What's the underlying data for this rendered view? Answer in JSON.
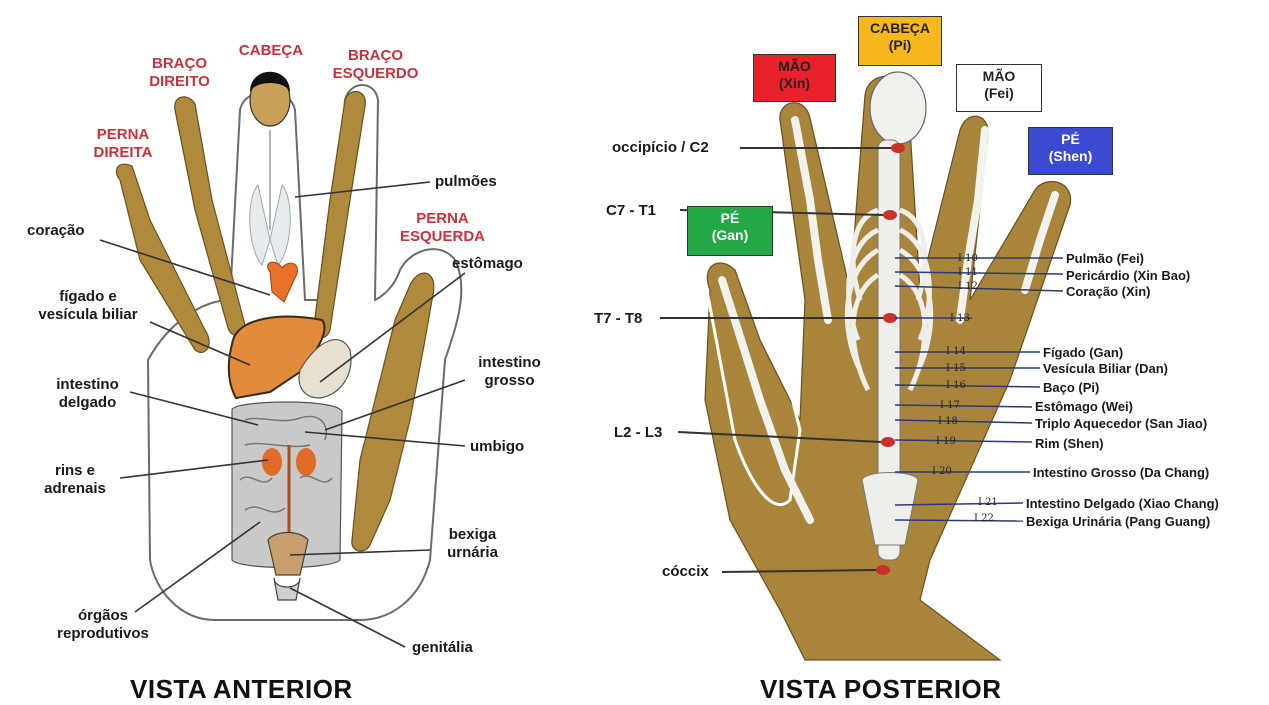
{
  "anterior": {
    "title": "VISTA ANTERIOR",
    "regions": {
      "head": "CABEÇA",
      "right_arm": [
        "BRAÇO",
        "DIREITO"
      ],
      "left_arm": [
        "BRAÇO",
        "ESQUERDO"
      ],
      "right_leg": [
        "PERNA",
        "DIREITA"
      ],
      "left_leg": [
        "PERNA",
        "ESQUERDA"
      ]
    },
    "organs": {
      "pulmoes": "pulmões",
      "coracao": "coração",
      "figado": [
        "fígado e",
        "vesícula biliar"
      ],
      "estomago": "estômago",
      "intestino_delgado": [
        "intestino",
        "delgado"
      ],
      "intestino_grosso": [
        "intestino",
        "grosso"
      ],
      "umbigo": "umbigo",
      "rins": [
        "rins e",
        "adrenais"
      ],
      "bexiga": [
        "bexiga",
        "urnária"
      ],
      "orgaos": [
        "órgãos",
        "reprodutivos"
      ],
      "genitalia": "genitália"
    }
  },
  "posterior": {
    "title": "VISTA POSTERIOR",
    "boxes": {
      "mao_xin": [
        "MÃO",
        "(Xin)"
      ],
      "cabeca_pi": [
        "CABEÇA",
        "(Pi)"
      ],
      "mao_fei": [
        "MÃO",
        "(Fei)"
      ],
      "pe_shen": [
        "PÉ",
        "(Shen)"
      ],
      "pe_gan": [
        "PÉ",
        "(Gan)"
      ]
    },
    "box_colors": {
      "mao_xin": "#e8212a",
      "cabeca_pi": "#f6b81c",
      "mao_fei": "#ffffff",
      "pe_shen": "#3b4bd0",
      "pe_gan": "#22a845"
    },
    "spine_points": {
      "occ": "occipício / C2",
      "c7": "C7 - T1",
      "t7": "T7 - T8",
      "l2": "L2 - L3",
      "coccix": "cóccix"
    },
    "organs": {
      "pulmao": "Pulmão (Fei)",
      "pericardio": "Pericárdio (Xin Bao)",
      "coracao": "Coração (Xin)",
      "figado": "Fígado (Gan)",
      "vesicula": "Vesícula Biliar (Dan)",
      "baco": "Baço (Pi)",
      "estomago": "Estômago (Wei)",
      "triplo": "Triplo Aquecedor (San Jiao)",
      "rim": "Rim (Shen)",
      "int_grosso": "Intestino Grosso (Da Chang)",
      "int_delgado": "Intestino Delgado (Xiao Chang)",
      "bexiga": "Bexiga Urinária (Pang Guang)"
    },
    "points": {
      "i10": "I 10",
      "i11": "I 11",
      "i12": "I 12",
      "i13": "I 13",
      "i14": "I 14",
      "i15": "I 15",
      "i16": "I 16",
      "i17": "I 17",
      "i18": "I 18",
      "i19": "I 19",
      "i20": "I 20",
      "i21": "I 21",
      "i22": "I 22"
    }
  }
}
